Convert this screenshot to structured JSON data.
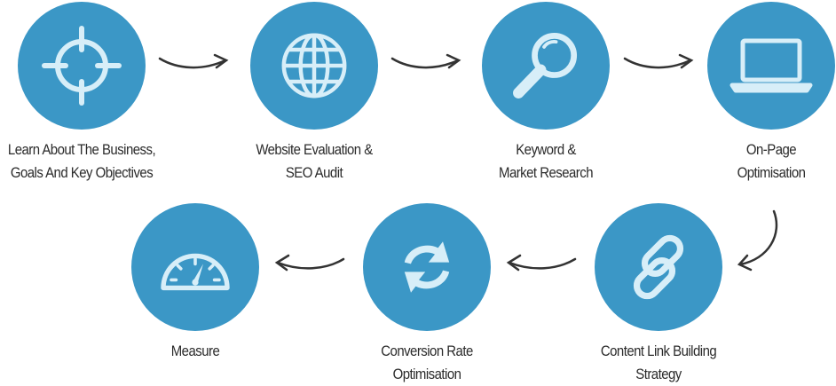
{
  "colors": {
    "circle": "#3b97c6",
    "icon": "#d7eef8",
    "text": "#2b2b2b",
    "arrow": "#333333"
  },
  "steps": [
    {
      "icon": "crosshair-icon",
      "label_lines": [
        "Learn About The Business,",
        "Goals And Key Objectives"
      ]
    },
    {
      "icon": "globe-icon",
      "label_lines": [
        "Website Evaluation &",
        "SEO Audit"
      ]
    },
    {
      "icon": "magnifier-icon",
      "label_lines": [
        "Keyword &",
        "Market Research"
      ]
    },
    {
      "icon": "laptop-icon",
      "label_lines": [
        "On-Page",
        "Optimisation"
      ]
    },
    {
      "icon": "chain-link-icon",
      "label_lines": [
        "Content Link Building",
        "Strategy"
      ]
    },
    {
      "icon": "refresh-icon",
      "label_lines": [
        "Conversion Rate",
        "Optimisation"
      ]
    },
    {
      "icon": "speedometer-icon",
      "label_lines": [
        "Measure"
      ]
    }
  ]
}
